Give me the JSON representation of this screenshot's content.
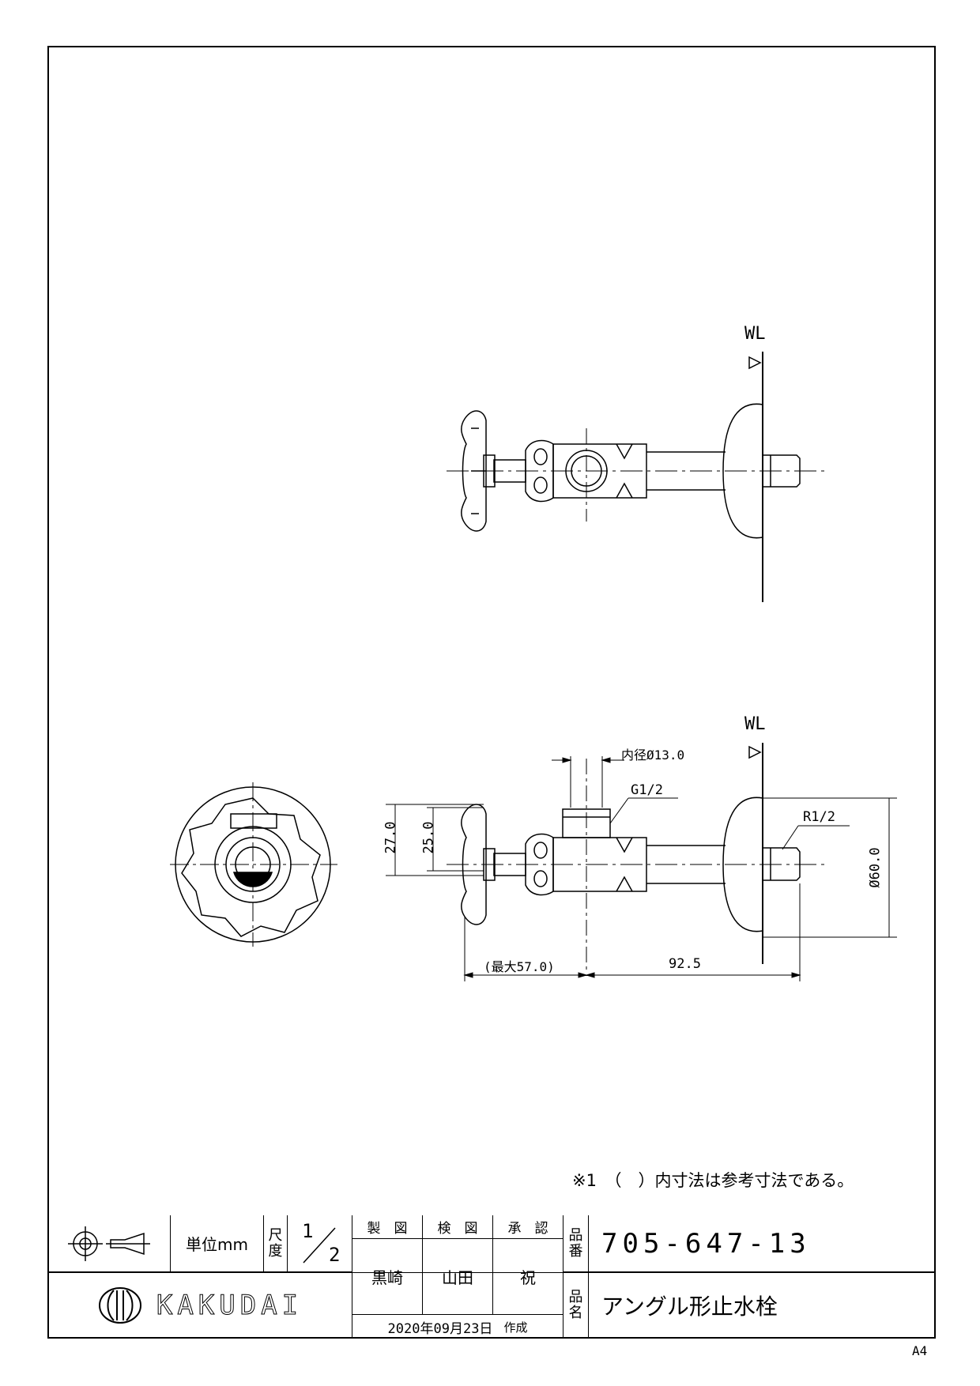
{
  "drawing": {
    "wl_label": "WL",
    "dims": {
      "inner_dia": "内径Ø13.0",
      "g_thread": "G1/2",
      "r_thread": "R1/2",
      "height_27": "27.0",
      "height_25": "25.0",
      "dia_60": "Ø60.0",
      "max_57": "(最大57.0)",
      "len_92": "92.5"
    },
    "note": "※1　（　）内寸法は参考寸法である。"
  },
  "title_block": {
    "unit_label": "単位mm",
    "scale_label_1": "尺",
    "scale_label_2": "度",
    "scale_num": "1",
    "scale_den": "2",
    "col_drawn": "製　図",
    "col_checked": "検　図",
    "col_approved": "承　認",
    "name_drawn": "黒崎",
    "name_checked": "山田",
    "name_approved": "祝",
    "part_no_label_1": "品",
    "part_no_label_2": "番",
    "part_no": "705-647-13",
    "part_name_label_1": "品",
    "part_name_label_2": "名",
    "part_name": "アングル形止水栓",
    "date": "2020年09月23日",
    "date_suffix": "作成",
    "brand": "KAKUDAI"
  },
  "sheet_size": "A4"
}
